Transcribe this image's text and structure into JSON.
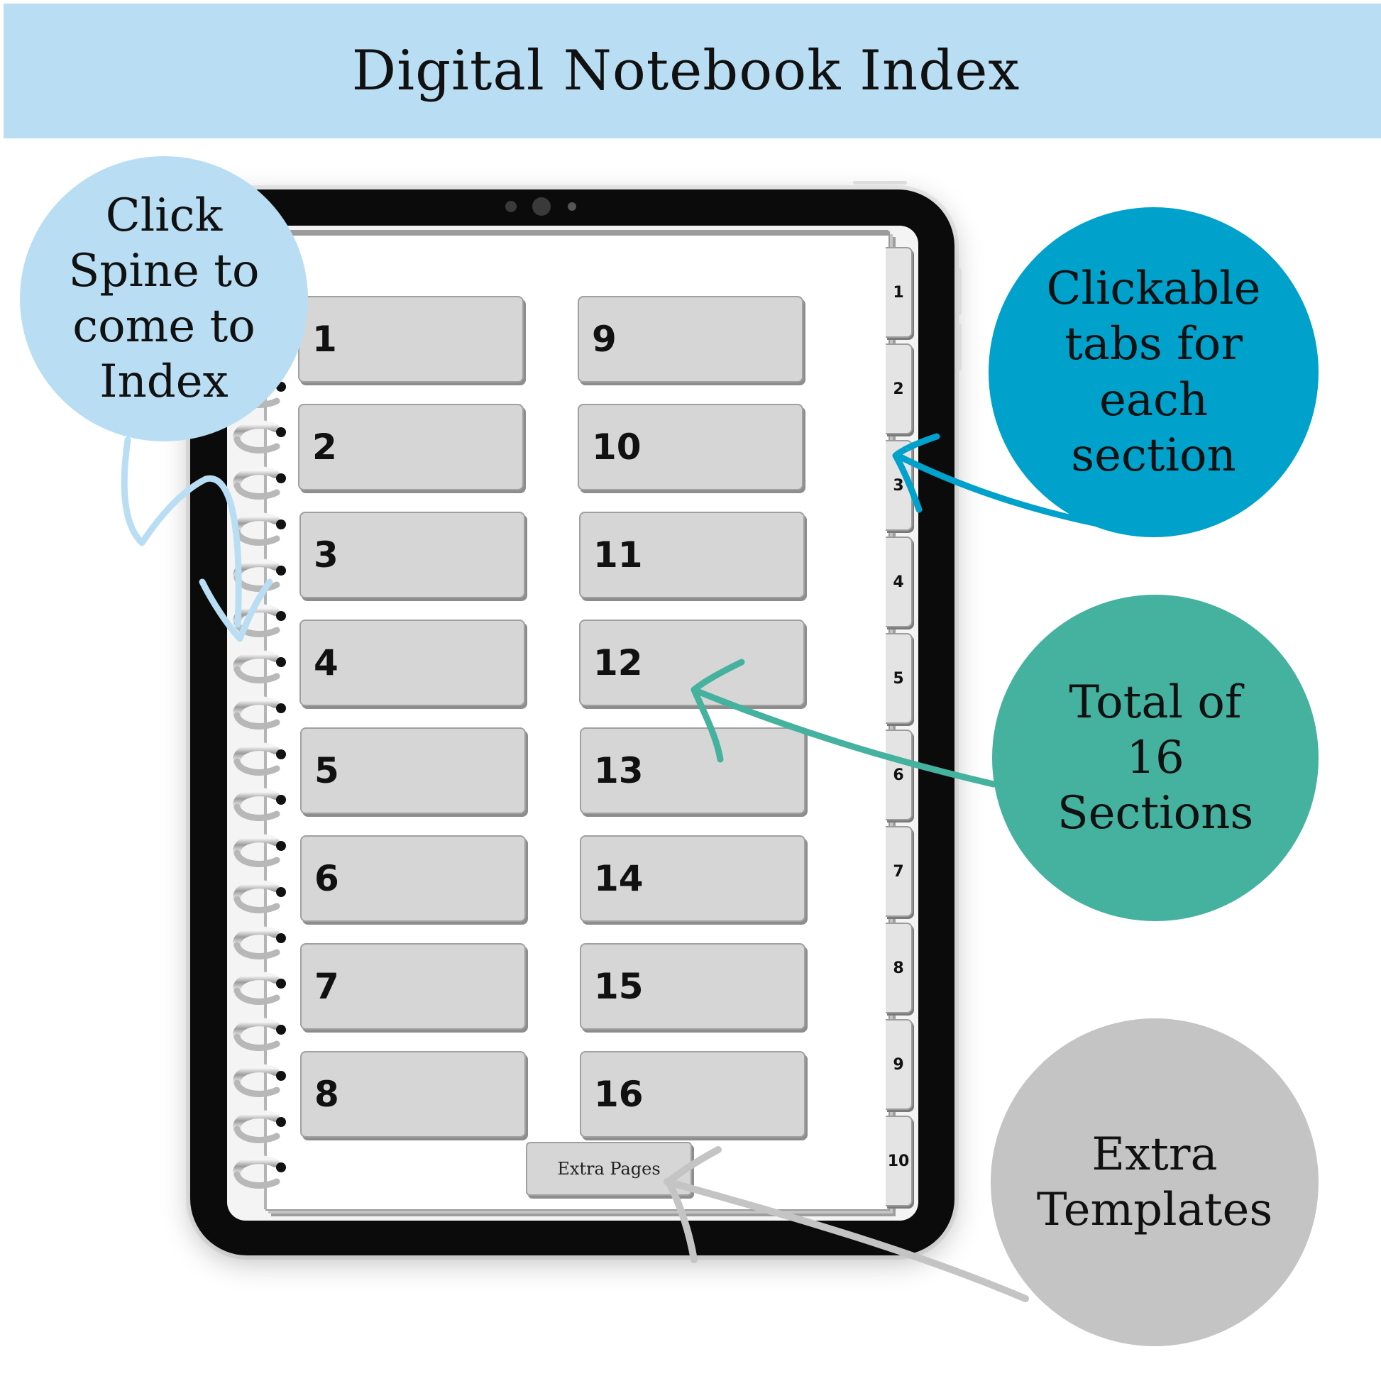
{
  "banner": {
    "title": "Digital Notebook Index"
  },
  "notebook": {
    "sections_left": [
      "1",
      "2",
      "3",
      "4",
      "5",
      "6",
      "7",
      "8"
    ],
    "sections_right": [
      "9",
      "10",
      "11",
      "12",
      "13",
      "14",
      "15",
      "16"
    ],
    "extra_button_label": "Extra Pages",
    "side_tabs": [
      "1",
      "2",
      "3",
      "4",
      "5",
      "6",
      "7",
      "8",
      "9",
      "10"
    ]
  },
  "callouts": {
    "spine": {
      "text": "Click\nSpine to\ncome to\nIndex",
      "color": "#b9def4"
    },
    "tabs": {
      "text": "Clickable\ntabs for\neach\nsection",
      "color": "#00a1cb"
    },
    "total": {
      "text": "Total of\n16\nSections",
      "color": "#45b19f"
    },
    "extra": {
      "text": "Extra\nTemplates",
      "color": "#c4c4c4"
    }
  }
}
